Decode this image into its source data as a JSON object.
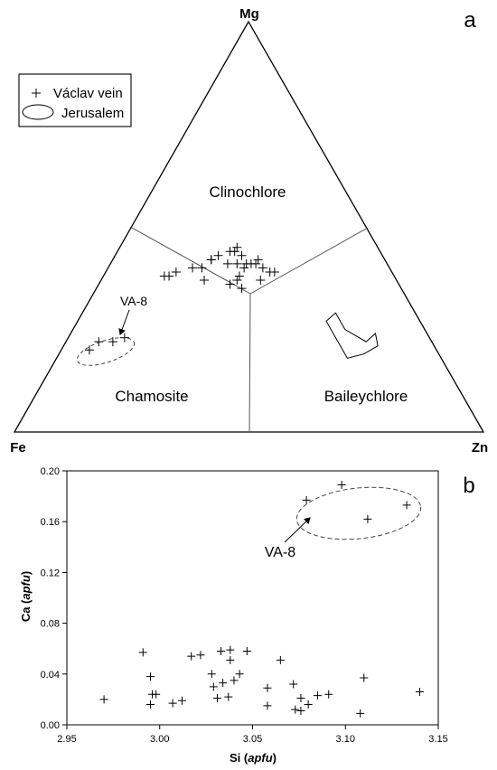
{
  "panel_a": {
    "panel_label": "a",
    "apex_labels": {
      "top": "Mg",
      "left": "Fe",
      "right": "Zn"
    },
    "field_labels": {
      "clinochlore": "Clinochlore",
      "chamosite": "Chamosite",
      "baileychlore": "Baileychlore"
    },
    "legend": {
      "vein": "Václav vein",
      "jerusalem": "Jerusalem"
    },
    "annotation": "VA-8"
  },
  "panel_b": {
    "panel_label": "b",
    "annotation": "VA-8",
    "xlabel_prefix": "Si (",
    "xlabel_unit": "apfu",
    "xlabel_suffix": ")",
    "ylabel_prefix": "Ca (",
    "ylabel_unit": "apfu",
    "ylabel_suffix": ")"
  },
  "chart_data": [
    {
      "type": "scatter",
      "subtype": "ternary",
      "corners": [
        "Mg",
        "Fe",
        "Zn"
      ],
      "fields": [
        "Clinochlore",
        "Chamosite",
        "Baileychlore"
      ],
      "field_boundaries": "from 50% Mg point to centroid; centroid down to Fe-Zn midpoint",
      "series": [
        {
          "name": "Václav vein",
          "marker": "plus",
          "points": [
            {
              "mg": 0.2,
              "fe": 0.74,
              "zn": 0.06
            },
            {
              "mg": 0.22,
              "fe": 0.71,
              "zn": 0.07
            },
            {
              "mg": 0.22,
              "fe": 0.68,
              "zn": 0.1
            },
            {
              "mg": 0.23,
              "fe": 0.65,
              "zn": 0.12
            },
            {
              "mg": 0.38,
              "fe": 0.49,
              "zn": 0.13
            },
            {
              "mg": 0.38,
              "fe": 0.48,
              "zn": 0.14
            },
            {
              "mg": 0.39,
              "fe": 0.46,
              "zn": 0.15
            },
            {
              "mg": 0.4,
              "fe": 0.42,
              "zn": 0.18
            },
            {
              "mg": 0.42,
              "fe": 0.37,
              "zn": 0.21
            },
            {
              "mg": 0.43,
              "fe": 0.35,
              "zn": 0.22
            },
            {
              "mg": 0.42,
              "fe": 0.37,
              "zn": 0.21
            },
            {
              "mg": 0.4,
              "fe": 0.4,
              "zn": 0.2
            },
            {
              "mg": 0.37,
              "fe": 0.41,
              "zn": 0.22
            },
            {
              "mg": 0.41,
              "fe": 0.34,
              "zn": 0.25
            },
            {
              "mg": 0.44,
              "fe": 0.32,
              "zn": 0.24
            },
            {
              "mg": 0.44,
              "fe": 0.31,
              "zn": 0.25
            },
            {
              "mg": 0.45,
              "fe": 0.3,
              "zn": 0.25
            },
            {
              "mg": 0.41,
              "fe": 0.32,
              "zn": 0.27
            },
            {
              "mg": 0.43,
              "fe": 0.3,
              "zn": 0.27
            },
            {
              "mg": 0.41,
              "fe": 0.3,
              "zn": 0.29
            },
            {
              "mg": 0.41,
              "fe": 0.29,
              "zn": 0.3
            },
            {
              "mg": 0.4,
              "fe": 0.27,
              "zn": 0.33
            },
            {
              "mg": 0.39,
              "fe": 0.26,
              "zn": 0.35
            },
            {
              "mg": 0.41,
              "fe": 0.28,
              "zn": 0.31
            },
            {
              "mg": 0.42,
              "fe": 0.27,
              "zn": 0.31
            },
            {
              "mg": 0.39,
              "fe": 0.25,
              "zn": 0.36
            },
            {
              "mg": 0.4,
              "fe": 0.31,
              "zn": 0.29
            },
            {
              "mg": 0.37,
              "fe": 0.34,
              "zn": 0.29
            },
            {
              "mg": 0.35,
              "fe": 0.34,
              "zn": 0.31
            },
            {
              "mg": 0.37,
              "fe": 0.29,
              "zn": 0.34
            },
            {
              "mg": 0.36,
              "fe": 0.36,
              "zn": 0.28
            },
            {
              "mg": 0.38,
              "fe": 0.33,
              "zn": 0.29
            }
          ]
        },
        {
          "name": "Jerusalem",
          "marker": "outline field",
          "outline": [
            {
              "mg": 0.29,
              "fe": 0.17,
              "zn": 0.54
            },
            {
              "mg": 0.25,
              "fe": 0.17,
              "zn": 0.58
            },
            {
              "mg": 0.22,
              "fe": 0.14,
              "zn": 0.64
            },
            {
              "mg": 0.24,
              "fe": 0.11,
              "zn": 0.65
            },
            {
              "mg": 0.21,
              "fe": 0.12,
              "zn": 0.67
            },
            {
              "mg": 0.19,
              "fe": 0.16,
              "zn": 0.65
            },
            {
              "mg": 0.18,
              "fe": 0.2,
              "zn": 0.62
            },
            {
              "mg": 0.22,
              "fe": 0.2,
              "zn": 0.58
            },
            {
              "mg": 0.27,
              "fe": 0.2,
              "zn": 0.53
            }
          ]
        }
      ]
    },
    {
      "type": "scatter",
      "xlabel": "Si (apfu)",
      "ylabel": "Ca (apfu)",
      "xlim": [
        2.95,
        3.15
      ],
      "ylim": [
        0.0,
        0.2
      ],
      "xticks": [
        "2.95",
        "3.00",
        "3.05",
        "3.10",
        "3.15"
      ],
      "yticks": [
        "0.00",
        "0.04",
        "0.08",
        "0.12",
        "0.16",
        "0.20"
      ],
      "grid": false,
      "series": [
        {
          "name": "Václav vein",
          "marker": "plus",
          "points": [
            [
              2.97,
              0.02
            ],
            [
              2.991,
              0.057
            ],
            [
              2.995,
              0.038
            ],
            [
              2.996,
              0.024
            ],
            [
              2.998,
              0.024
            ],
            [
              2.995,
              0.016
            ],
            [
              3.007,
              0.017
            ],
            [
              3.012,
              0.019
            ],
            [
              3.017,
              0.054
            ],
            [
              3.022,
              0.055
            ],
            [
              3.028,
              0.04
            ],
            [
              3.029,
              0.03
            ],
            [
              3.031,
              0.021
            ],
            [
              3.033,
              0.058
            ],
            [
              3.034,
              0.033
            ],
            [
              3.037,
              0.022
            ],
            [
              3.038,
              0.059
            ],
            [
              3.038,
              0.051
            ],
            [
              3.043,
              0.04
            ],
            [
              3.047,
              0.058
            ],
            [
              3.04,
              0.035
            ],
            [
              3.058,
              0.029
            ],
            [
              3.058,
              0.015
            ],
            [
              3.065,
              0.051
            ],
            [
              3.072,
              0.032
            ],
            [
              3.073,
              0.012
            ],
            [
              3.076,
              0.011
            ],
            [
              3.076,
              0.021
            ],
            [
              3.08,
              0.016
            ],
            [
              3.085,
              0.023
            ],
            [
              3.091,
              0.024
            ],
            [
              3.108,
              0.009
            ],
            [
              3.11,
              0.037
            ],
            [
              3.14,
              0.026
            ]
          ]
        },
        {
          "name": "VA-8",
          "marker": "plus",
          "points": [
            [
              3.079,
              0.177
            ],
            [
              3.098,
              0.189
            ],
            [
              3.112,
              0.162
            ],
            [
              3.133,
              0.173
            ]
          ]
        }
      ]
    }
  ]
}
